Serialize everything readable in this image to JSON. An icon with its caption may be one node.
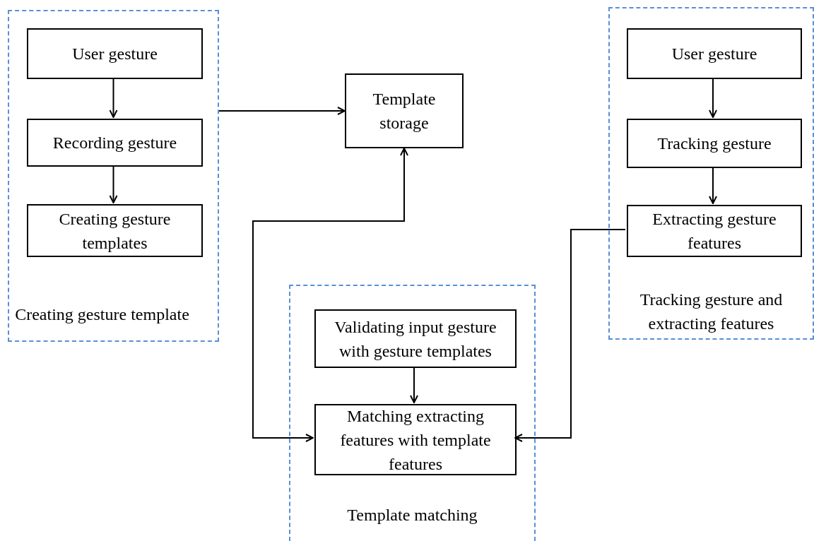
{
  "diagram": {
    "nodes": [
      {
        "text": [
          "Creating gesture template"
        ]
      },
      {
        "text": [
          "User gesture"
        ],
        "in": 0
      },
      {
        "text": [
          "Recording gesture"
        ],
        "in": 0
      },
      {
        "text": [
          "Creating gesture templates"
        ],
        "in": 0
      },
      {
        "text": [
          "Template storage"
        ]
      },
      {
        "text": [
          "Tracking gesture and extracting features"
        ]
      },
      {
        "text": [
          "User gesture"
        ],
        "in": 5
      },
      {
        "text": [
          "Tracking gesture"
        ],
        "in": 5
      },
      {
        "text": [
          "Extracting gesture features"
        ],
        "in": 5
      },
      {
        "text": [
          "Template matching"
        ]
      },
      {
        "text": [
          "Validating input gesture with gesture templates"
        ],
        "in": 9
      },
      {
        "text": [
          "Matching extracting features with template features"
        ],
        "in": 9
      }
    ],
    "edges": [
      {
        "from": 1,
        "to": 2,
        "arrow": "to"
      },
      {
        "from": 2,
        "to": 3,
        "arrow": "to"
      },
      {
        "from": 0,
        "to": 4,
        "arrow": "to"
      },
      {
        "from": 4,
        "to": 11,
        "arrow": "both"
      },
      {
        "from": 6,
        "to": 7,
        "arrow": "to"
      },
      {
        "from": 7,
        "to": 8,
        "arrow": "to"
      },
      {
        "from": 8,
        "to": 11,
        "arrow": "to"
      },
      {
        "from": 10,
        "to": 11,
        "arrow": "to"
      }
    ]
  }
}
